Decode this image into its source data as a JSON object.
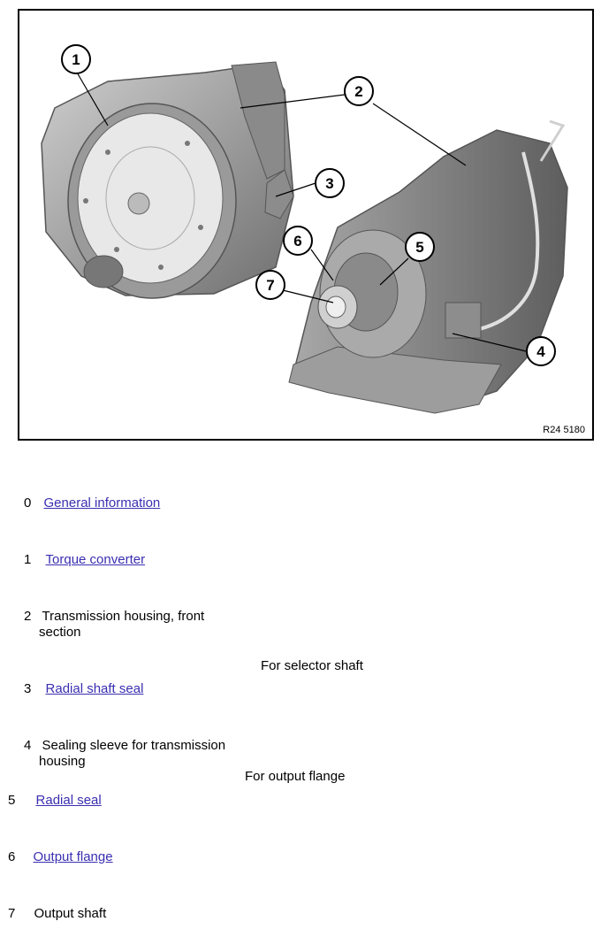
{
  "figure": {
    "code": "R24 5180",
    "callouts": [
      "1",
      "2",
      "3",
      "4",
      "5",
      "6",
      "7"
    ]
  },
  "items": [
    {
      "num": "0",
      "label": "General information",
      "link": true
    },
    {
      "num": "1",
      "label": "Torque converter",
      "link": true
    },
    {
      "num": "2",
      "label_line1": "Transmission housing, front",
      "label_line2": "section",
      "link": false
    },
    {
      "num": "3",
      "label": "Radial shaft seal",
      "link": true,
      "note": "For selector shaft"
    },
    {
      "num": "4",
      "label_line1": "Sealing sleeve for transmission",
      "label_line2": "housing",
      "link": false
    },
    {
      "num": "5",
      "label": "Radial seal",
      "link": true,
      "note": "For output flange"
    },
    {
      "num": "6",
      "label": "Output flange",
      "link": true
    },
    {
      "num": "7",
      "label": "Output shaft",
      "link": false
    }
  ],
  "colors": {
    "link": "#3a2fb0",
    "drawing_dark": "#7a7a7a",
    "drawing_light": "#d4d4d4"
  }
}
